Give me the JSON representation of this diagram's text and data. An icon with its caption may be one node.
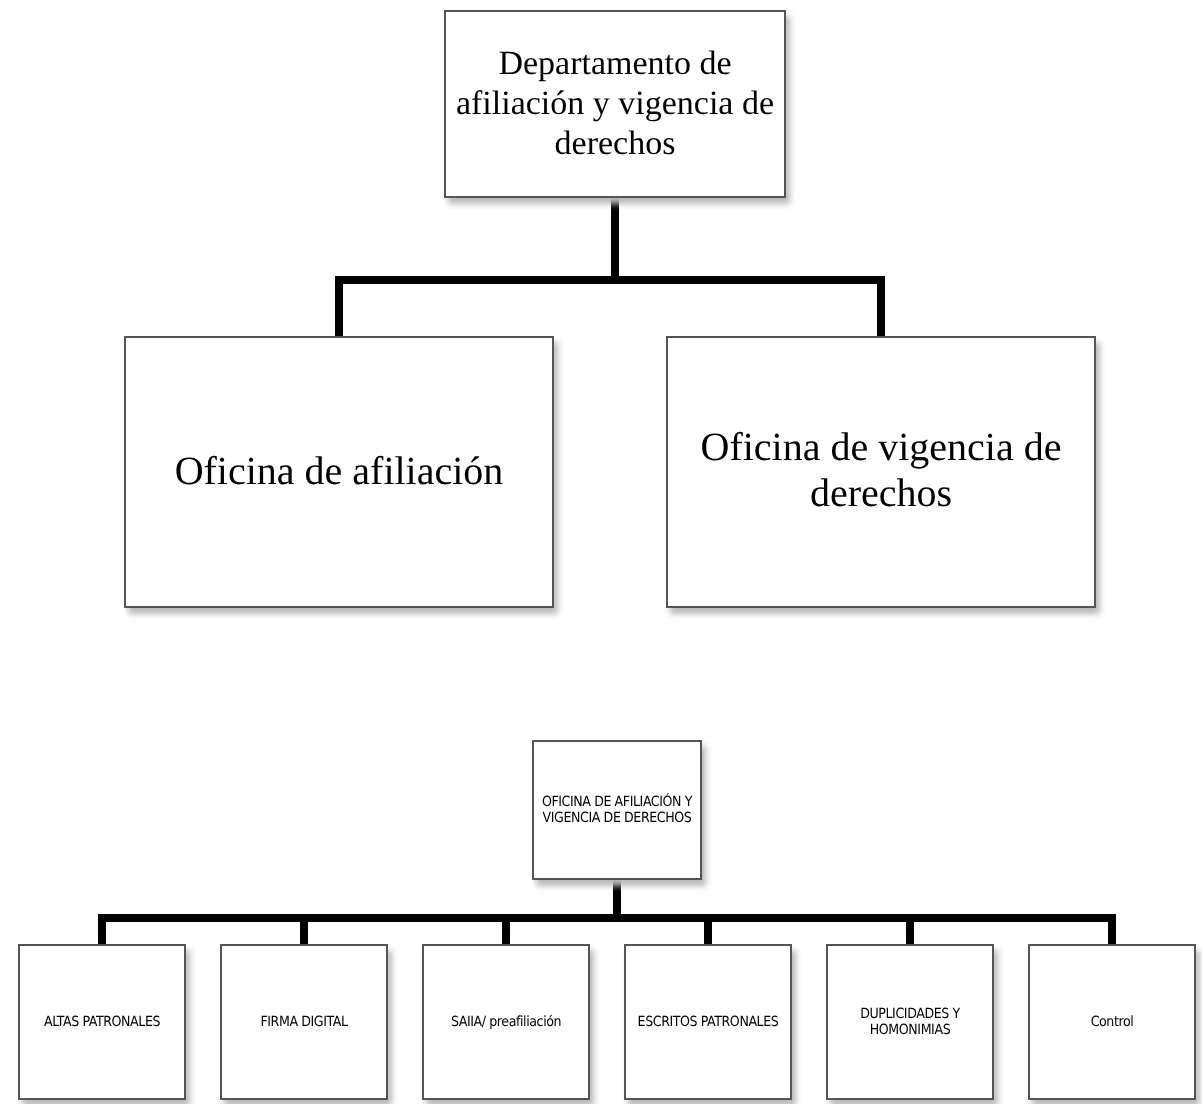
{
  "diagram": {
    "nodes": [
      {
        "text": [
          "Departamento de afiliación y vigencia de derechos"
        ]
      },
      {
        "text": [
          "Oficina de afiliación"
        ]
      },
      {
        "text": [
          "Oficina de vigencia de derechos"
        ]
      },
      {
        "text": [
          "OFICINA DE AFILIACIÓN Y VIGENCIA DE DERECHOS"
        ]
      },
      {
        "text": [
          "ALTAS PATRONALES"
        ]
      },
      {
        "text": [
          "FIRMA DIGITAL"
        ]
      },
      {
        "text": [
          "SAIIA/ preafiliación"
        ]
      },
      {
        "text": [
          "ESCRITOS PATRONALES"
        ]
      },
      {
        "text": [
          "DUPLICIDADES Y HOMONIMIAS"
        ]
      },
      {
        "text": [
          "Control"
        ]
      }
    ],
    "edges": [
      {
        "from": 0,
        "to": 1,
        "arrow": "none"
      },
      {
        "from": 0,
        "to": 2,
        "arrow": "none"
      },
      {
        "from": 3,
        "to": 4,
        "arrow": "none"
      },
      {
        "from": 3,
        "to": 5,
        "arrow": "none"
      },
      {
        "from": 3,
        "to": 6,
        "arrow": "none"
      },
      {
        "from": 3,
        "to": 7,
        "arrow": "none"
      },
      {
        "from": 3,
        "to": 8,
        "arrow": "none"
      },
      {
        "from": 3,
        "to": 9,
        "arrow": "none"
      }
    ]
  }
}
